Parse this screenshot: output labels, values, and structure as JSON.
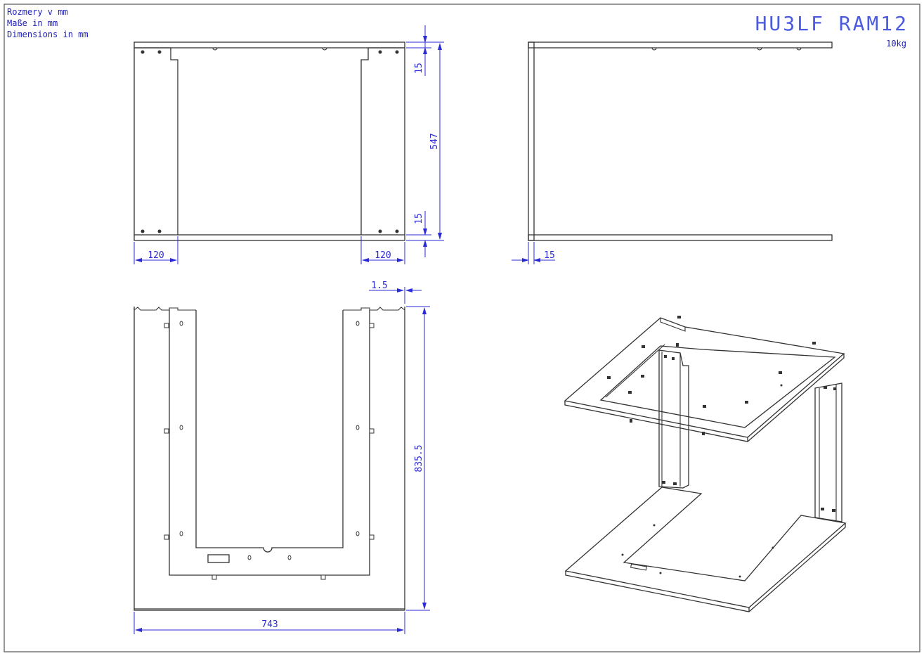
{
  "notes": [
    "Rozmery v mm",
    "Maße in mm",
    "Dimensions in mm"
  ],
  "title": "HU3LF RAM12",
  "weight": "10kg",
  "dimensions": {
    "top_flange": "15",
    "height_span": "547",
    "bottom_flange": "15",
    "left_bracket_width": "120",
    "right_bracket_width": "120",
    "side_flange": "15",
    "sheet_thickness": "1.5",
    "plan_depth": "835.5",
    "plan_width": "743"
  },
  "colors": {
    "dimension": "#2a2ad6",
    "outline": "#333333",
    "title": "#4b5be0"
  }
}
